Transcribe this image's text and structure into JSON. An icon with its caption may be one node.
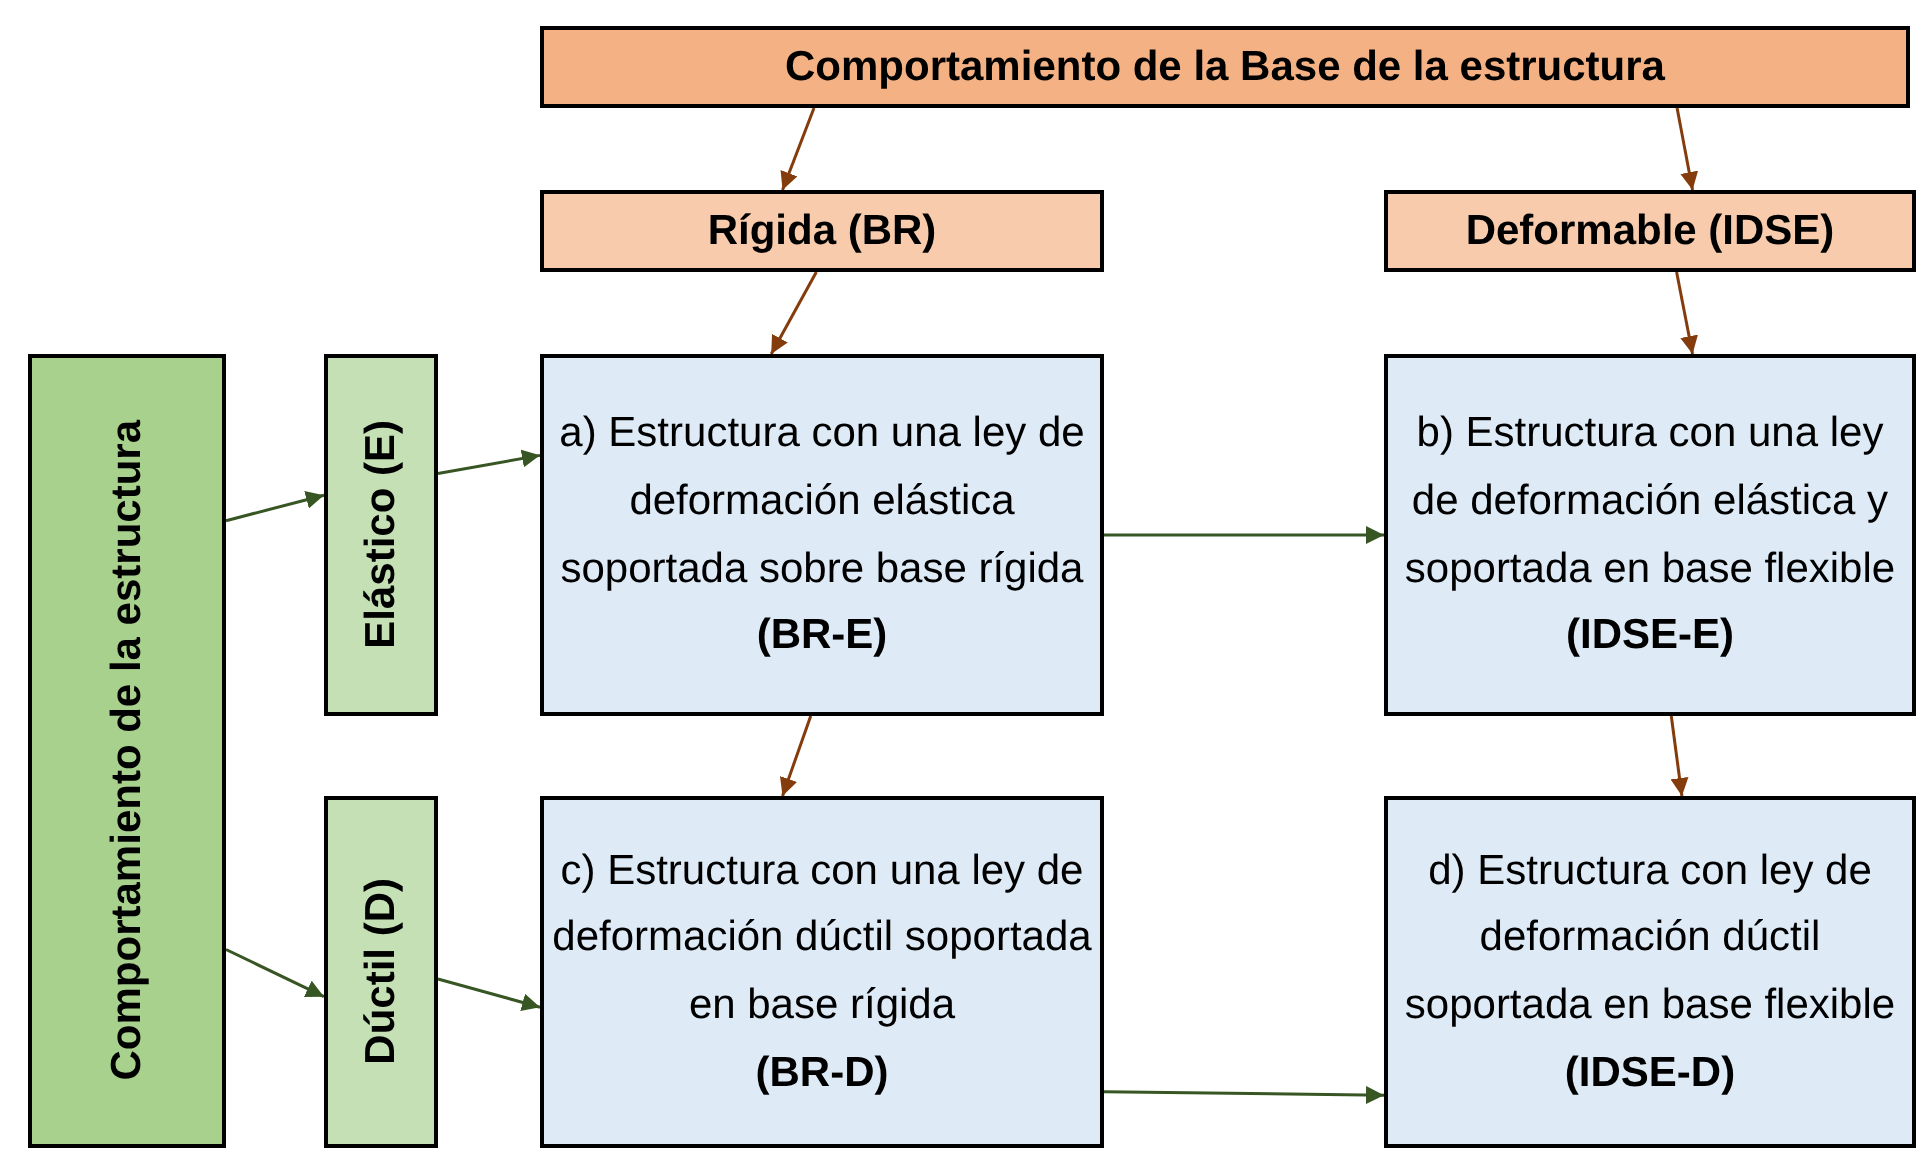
{
  "diagram": {
    "nodes": [
      {
        "text": [
          "Comportamiento de la Base de la estructura"
        ]
      },
      {
        "text": [
          "Rígida (BR)"
        ]
      },
      {
        "text": [
          "Deformable (IDSE)"
        ]
      },
      {
        "text": [
          "Comportamiento de la estructura"
        ]
      },
      {
        "text": [
          "Elástico (E)"
        ]
      },
      {
        "text": [
          "a) Estructura con una ley de deformación elástica soportada sobre base rígida",
          "(BR-E)"
        ]
      },
      {
        "text": [
          "b) Estructura con una ley de deformación elástica y soportada en base flexible",
          "(IDSE-E)"
        ]
      },
      {
        "text": [
          "Dúctil (D)"
        ]
      },
      {
        "text": [
          "c) Estructura con una ley de deformación dúctil soportada en base rígida",
          "(BR-D)"
        ]
      },
      {
        "text": [
          "d) Estructura con ley de deformación dúctil soportada en base flexible",
          "(IDSE-D)"
        ]
      }
    ],
    "edges": [
      {
        "from": 0,
        "to": 1,
        "arrow": "to",
        "color": "#843c0c"
      },
      {
        "from": 0,
        "to": 2,
        "arrow": "to",
        "color": "#843c0c"
      },
      {
        "from": 1,
        "to": 5,
        "arrow": "to",
        "color": "#843c0c"
      },
      {
        "from": 2,
        "to": 6,
        "arrow": "to",
        "color": "#843c0c"
      },
      {
        "from": 3,
        "to": 4,
        "arrow": "to"
      },
      {
        "from": 3,
        "to": 7,
        "arrow": "to"
      },
      {
        "from": 4,
        "to": 5,
        "arrow": "to"
      },
      {
        "from": 5,
        "to": 6,
        "arrow": "to"
      },
      {
        "from": 7,
        "to": 8,
        "arrow": "to"
      },
      {
        "from": 5,
        "to": 8,
        "arrow": "to",
        "color": "#843c0c"
      },
      {
        "from": 6,
        "to": 9,
        "arrow": "to",
        "color": "#843c0c"
      },
      {
        "from": 8,
        "to": 9,
        "arrow": "to"
      }
    ]
  }
}
